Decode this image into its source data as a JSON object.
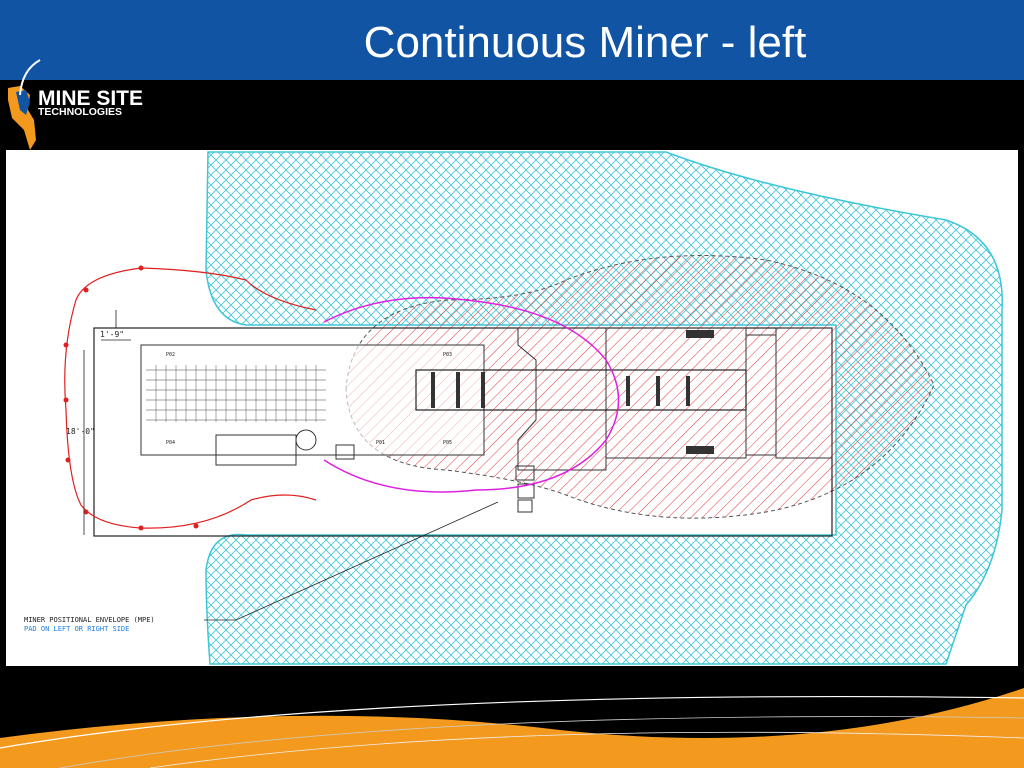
{
  "slide": {
    "title": "Continuous Miner - left"
  },
  "logo": {
    "line1": "MINE SITE",
    "line2": "TECHNOLOGIES"
  },
  "drawing": {
    "dim_top": "1'-9\"",
    "dim_side": "18'-0\"",
    "callout_line1": "MINER POSITIONAL ENVELOPE (MPE)",
    "callout_line2": "PAD ON LEFT OR RIGHT SIDE",
    "small_labels": [
      "P02",
      "P03",
      "P04",
      "P05",
      "P01"
    ]
  },
  "colors": {
    "header_blue": "#1054a3",
    "hatch_cyan": "#3ec6d6",
    "hatch_red": "#e23a3a",
    "envelope_magenta": "#e020e0",
    "footer_orange": "#f39a1e"
  }
}
